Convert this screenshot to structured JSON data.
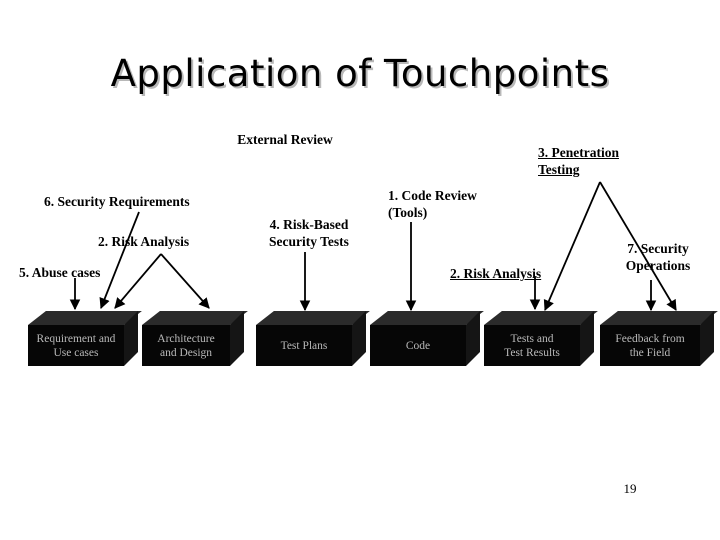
{
  "slide": {
    "title": "Application of Touchpoints",
    "page_number": "19",
    "background_color": "#ffffff",
    "title_color": "#000000",
    "title_shadow_color": "#b8b8b8"
  },
  "labels": {
    "external_review": "External Review",
    "security_requirements": "6. Security Requirements",
    "risk_analysis_left": "2. Risk Analysis",
    "abuse_cases": "5. Abuse cases",
    "risk_based_security_tests": "4. Risk-Based\nSecurity Tests",
    "code_review": "1. Code Review\n(Tools)",
    "penetration_testing": "3. Penetration\nTesting",
    "risk_analysis_right": "2. Risk Analysis",
    "security_operations": "7. Security\nOperations"
  },
  "artifacts": [
    {
      "label": "Requirement and\nUse cases"
    },
    {
      "label": "Architecture\nand Design"
    },
    {
      "label": "Test Plans"
    },
    {
      "label": "Code"
    },
    {
      "label": "Tests and\nTest Results"
    },
    {
      "label": "Feedback from\nthe Field"
    }
  ],
  "colors": {
    "box_front": "#060606",
    "box_top": "#2b2b2b",
    "box_side": "#151515",
    "box_text": "#b9b9b9",
    "arrow": "#000000"
  }
}
